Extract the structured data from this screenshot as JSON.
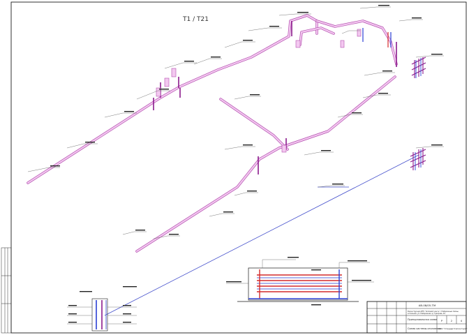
{
  "diagram": {
    "title": "Т1 / Т21",
    "colors": {
      "supply": "#e8a9e6",
      "supply_edge": "#b451b0",
      "return": "#3a44c8",
      "riser": "#8b1a8c",
      "hot": "#d42a2a",
      "cold": "#2a3fd4",
      "leader": "#5a5a5a"
    },
    "stamp": {
      "code": "АВ-08/05-ТМ",
      "desc_line1": "Реконструкция ИТП. Тепловой узел в г. Набережные Челны,",
      "desc_line2": "котельная, ул. Набережная, д. Суворова, 29",
      "stage": "Р",
      "sheet_no": "2",
      "sheets": "4",
      "block_title": "Принципиальная схема",
      "drawing_title": "Схема системы отопления",
      "org": "ООО \"Стандарттеплострой\""
    }
  }
}
